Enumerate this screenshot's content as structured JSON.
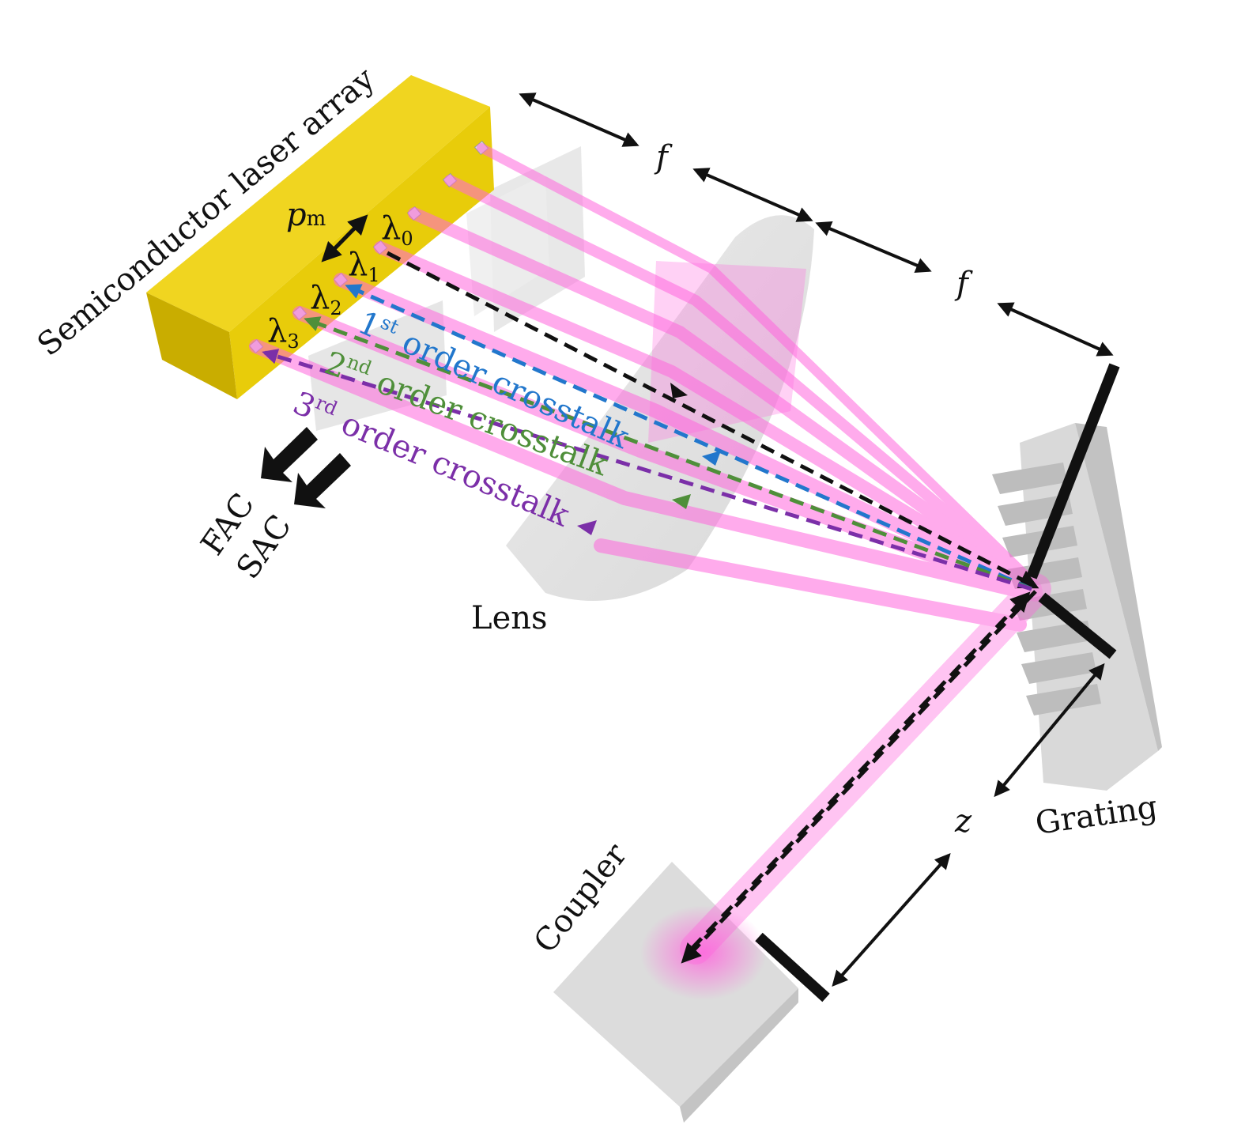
{
  "labels": {
    "laser_array": "Semiconductor laser array",
    "pitch_main": "p",
    "pitch_sub": "m",
    "lambda": "λ",
    "lambda0_sub": "0",
    "lambda1_sub": "1",
    "lambda2_sub": "2",
    "lambda3_sub": "3",
    "first_num": "1",
    "first_sup": "st",
    "second_num": "2",
    "second_sup": "nd",
    "third_num": "3",
    "third_sup": "rd",
    "crosstalk": "order crosstalk",
    "focal_top": "f",
    "focal_right": "f",
    "fac": "FAC",
    "sac": "SAC",
    "lens": "Lens",
    "grating": "Grating",
    "coupler": "Coupler",
    "distance_z": "z"
  },
  "colors": {
    "laser_body": "#e8cc0a",
    "laser_shadow": "#c9ad00",
    "beam": "#ff66dd",
    "optics_gray": "#d8d8d8",
    "first_order": "#2277cc",
    "second_order": "#4f8f3a",
    "third_order": "#7b2fa8",
    "zero_order": "#111111"
  }
}
